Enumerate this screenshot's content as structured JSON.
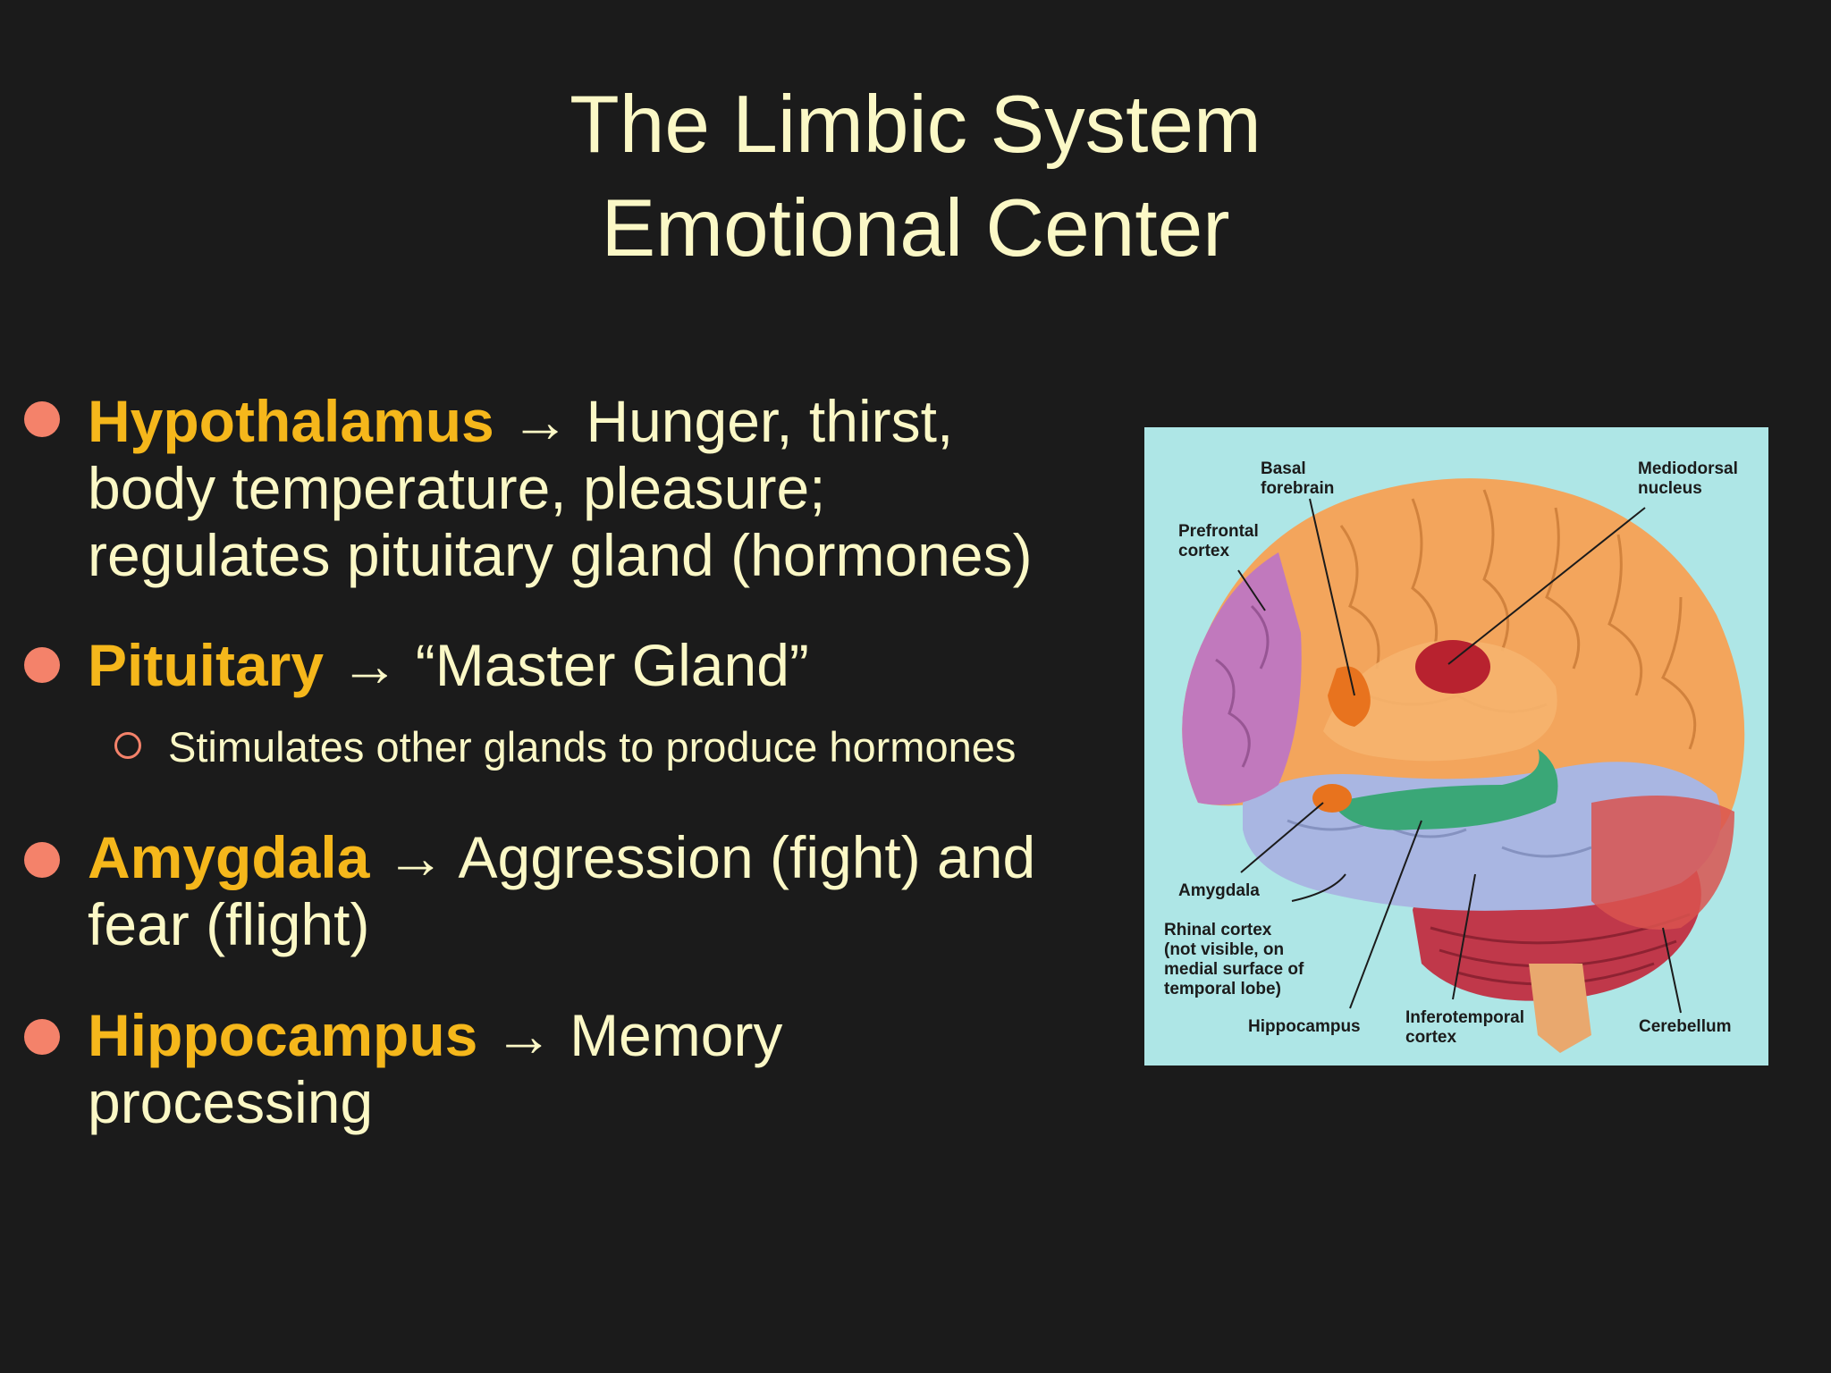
{
  "slide": {
    "title_line1": "The Limbic System",
    "title_line2": "Emotional Center"
  },
  "bullets": [
    {
      "term": "Hypothalamus",
      "arrow": "→",
      "text_a": "Hunger, thirst,",
      "text_b": "body temperature, pleasure;",
      "text_c": "regulates pituitary gland (hormones)"
    },
    {
      "term": "Pituitary",
      "arrow": "→",
      "text_a": "“Master Gland”"
    },
    {
      "term": "Amygdala",
      "arrow": "→",
      "text_a": "Aggression (fight) and",
      "text_b": "fear (flight)"
    },
    {
      "term": "Hippocampus",
      "arrow": "→",
      "text_a": "Memory",
      "text_b": "processing"
    }
  ],
  "sub_bullet": "Stimulates other glands to produce hormones",
  "figure": {
    "labels": {
      "basal_forebrain": "Basal\nforebrain",
      "mediodorsal_nucleus": "Mediodorsal\nnucleus",
      "prefrontal_cortex": "Prefrontal\ncortex",
      "amygdala": "Amygdala",
      "rhinal_cortex": "Rhinal cortex\n(not visible, on\nmedial surface of\ntemporal lobe)",
      "hippocampus": "Hippocampus",
      "inferotemporal_cortex": "Inferotemporal\ncortex",
      "cerebellum": "Cerebellum"
    },
    "colors": {
      "background": "#aee6e6",
      "cortex": "#f3a55c",
      "prefrontal": "#c179bd",
      "temporal": "#a9b6e2",
      "cerebellum": "#c0384a",
      "hippocampus": "#3aa777",
      "mediodorsal": "#b8222f",
      "basal_forebrain": "#e8731e"
    }
  }
}
